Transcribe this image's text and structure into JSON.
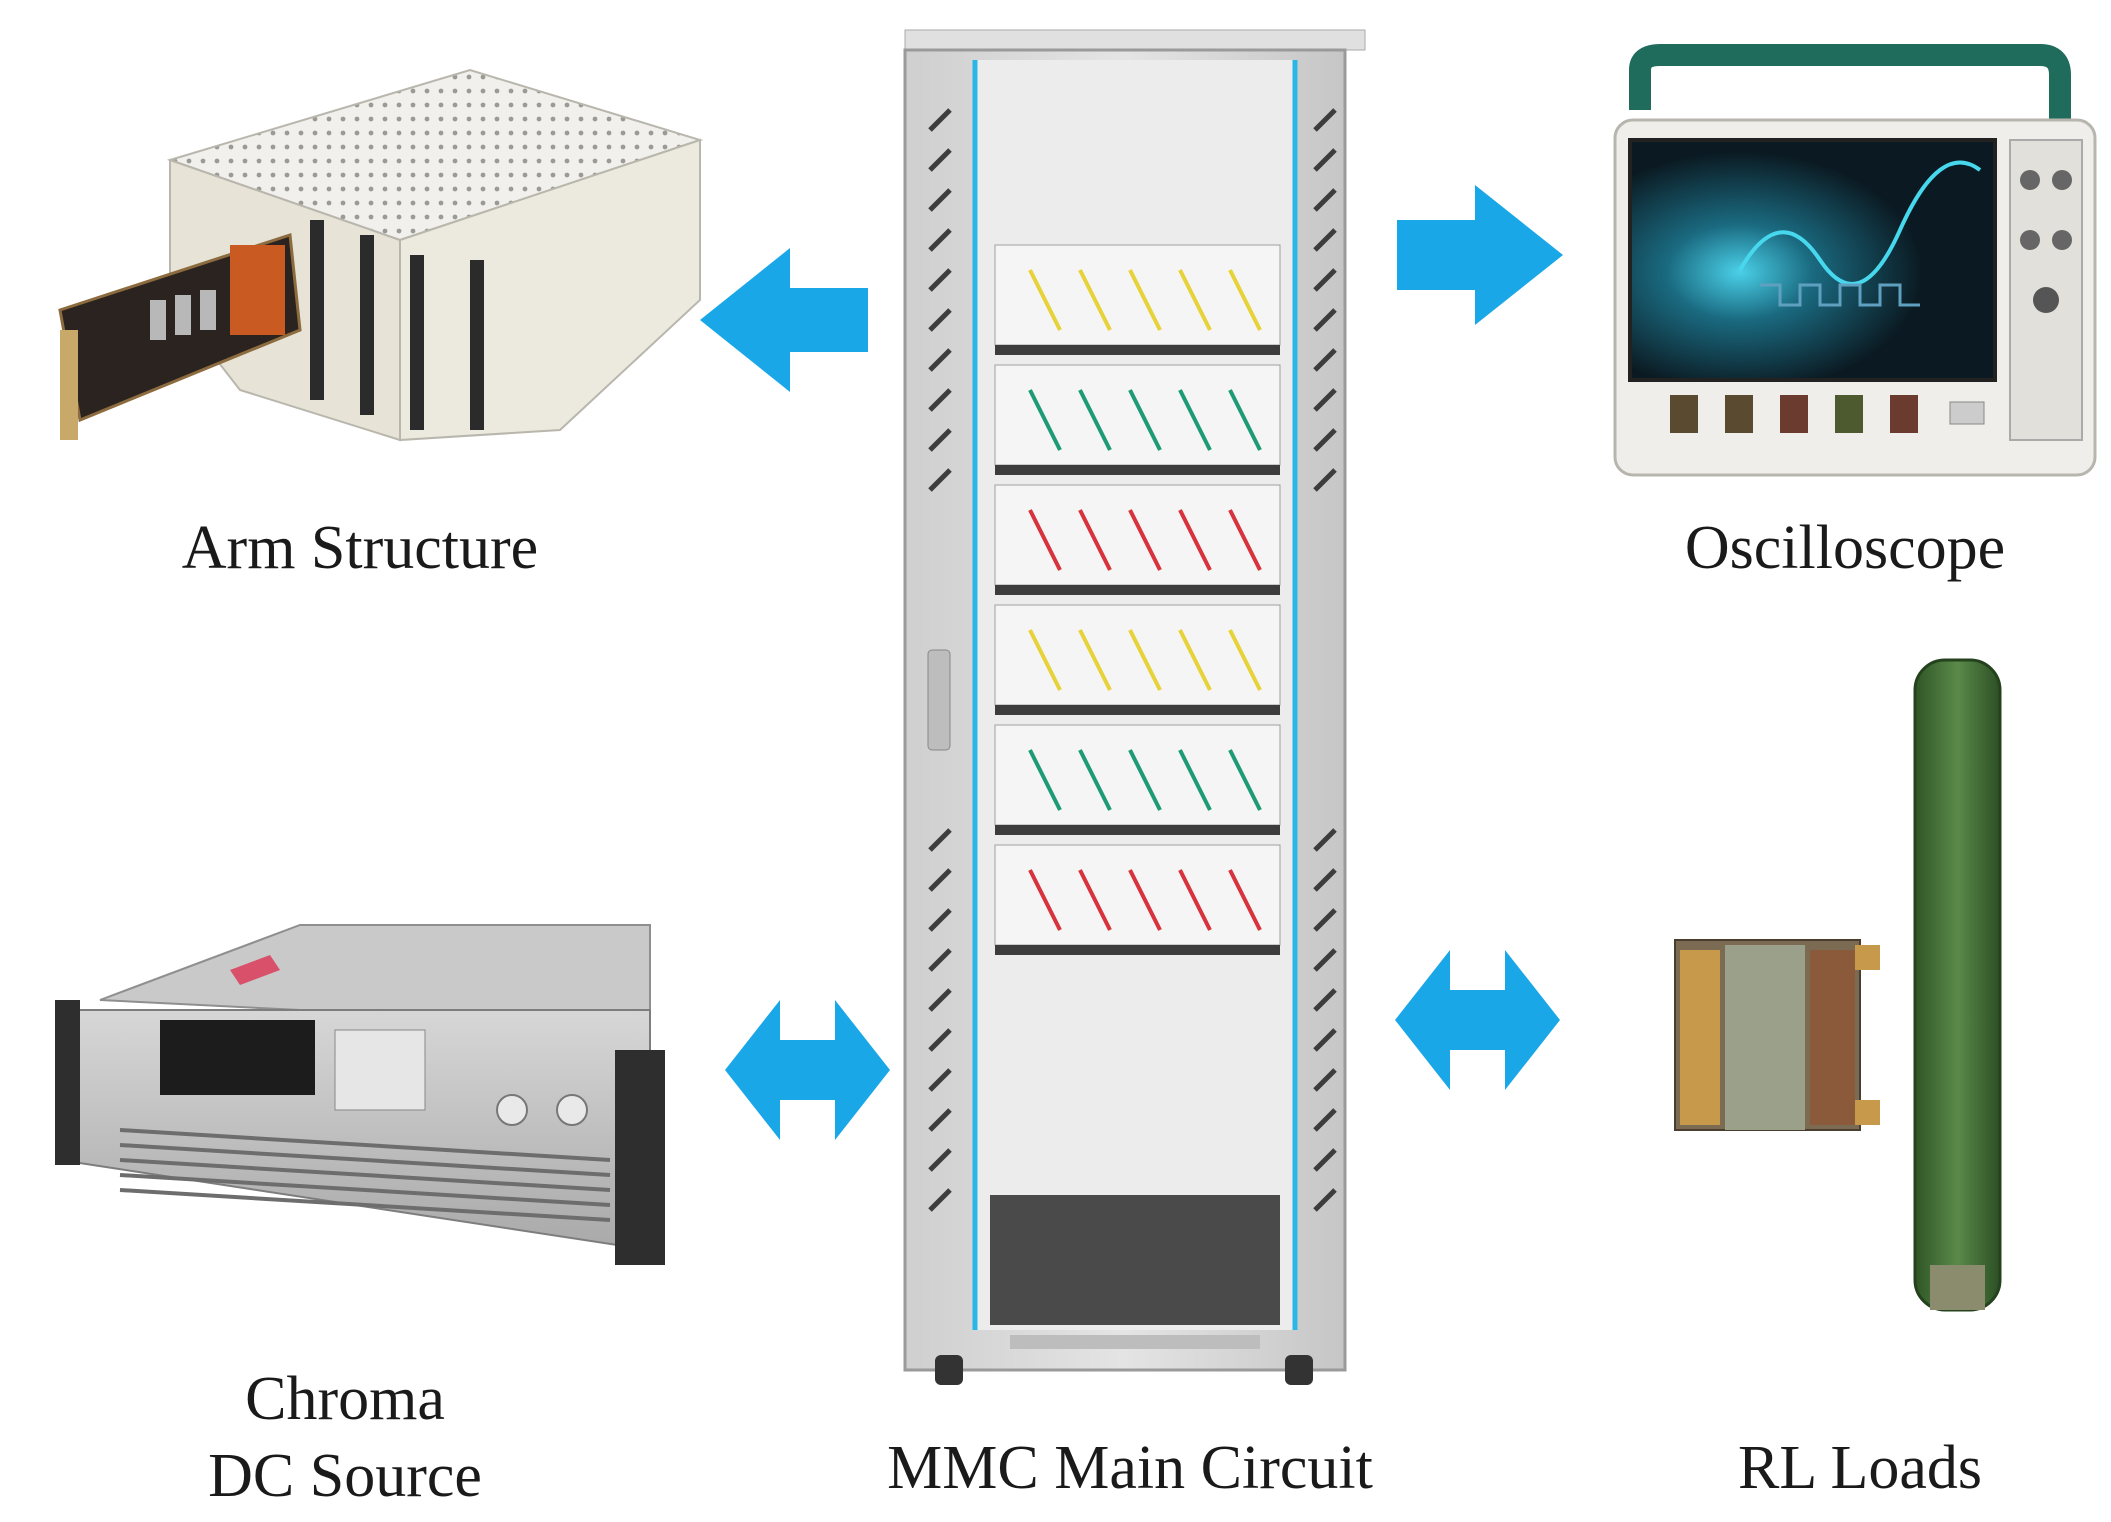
{
  "labels": {
    "arm_structure": "Arm Structure",
    "oscilloscope": "Oscilloscope",
    "dc_source_line1": "Chroma",
    "dc_source_line2": "DC Source",
    "main_circuit": "MMC Main Circuit",
    "rl_loads": "RL Loads"
  },
  "colors": {
    "arrow": "#1aa7e8",
    "cable_yellow": "#e8d23a",
    "cable_green": "#1e9a74",
    "cable_red": "#d8323c",
    "cabinet": "#d6d6d6",
    "scope_handle": "#1f6b5c",
    "resistor": "#3f6b34"
  },
  "icons": {
    "arrow_left": "arrow-left-icon",
    "arrow_right": "arrow-right-icon",
    "arrow_bidirectional": "arrow-bidirectional-icon"
  }
}
